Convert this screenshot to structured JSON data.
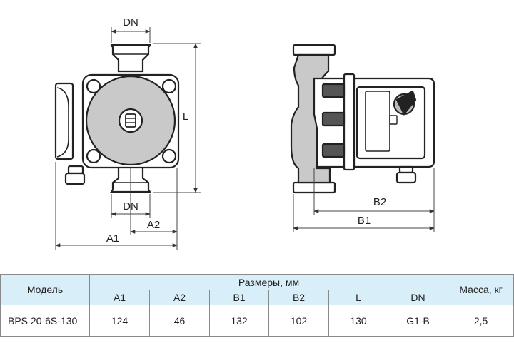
{
  "drawing": {
    "front_view": {
      "top_label": "DN",
      "bottom_label": "DN",
      "height_label": "L",
      "a1_label": "A1",
      "a2_label": "A2"
    },
    "side_view": {
      "b1_label": "B1",
      "b2_label": "B2"
    }
  },
  "table": {
    "model_header": "Модель",
    "dims_header": "Размеры, мм",
    "mass_header": "Масса, кг",
    "columns": [
      "A1",
      "A2",
      "B1",
      "B2",
      "L",
      "DN"
    ],
    "rows": [
      {
        "model": "BPS 20-6S-130",
        "values": [
          "124",
          "46",
          "132",
          "102",
          "130",
          "G1-B"
        ],
        "mass": "2,5"
      }
    ]
  }
}
